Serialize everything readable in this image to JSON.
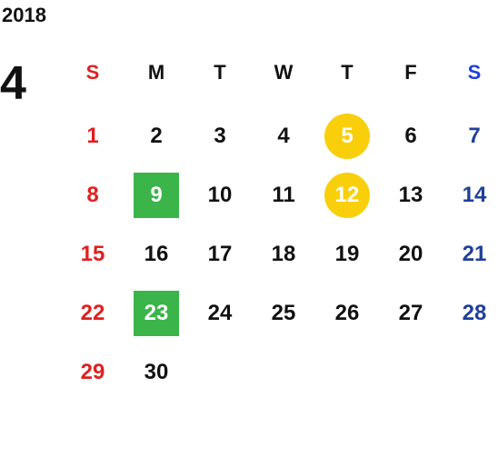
{
  "year": "2018",
  "month": "4",
  "weekday_headers": [
    "S",
    "M",
    "T",
    "W",
    "T",
    "F",
    "S"
  ],
  "weeks": [
    [
      "1",
      "2",
      "3",
      "4",
      "5",
      "6",
      "7"
    ],
    [
      "8",
      "9",
      "10",
      "11",
      "12",
      "13",
      "14"
    ],
    [
      "15",
      "16",
      "17",
      "18",
      "19",
      "20",
      "21"
    ],
    [
      "22",
      "23",
      "24",
      "25",
      "26",
      "27",
      "28"
    ],
    [
      "29",
      "30",
      "",
      "",
      "",
      "",
      ""
    ]
  ],
  "colors": {
    "default": "#111111",
    "sunday": "#e02020",
    "saturday_header": "#1f3fe0",
    "saturday": "#1f3f99",
    "highlight_yellow": "#f8cf0a",
    "highlight_green": "#3bb54a",
    "highlight_text": "#ffffff"
  },
  "highlights": {
    "5": "yellow",
    "12": "yellow",
    "9": "green",
    "23": "green"
  }
}
